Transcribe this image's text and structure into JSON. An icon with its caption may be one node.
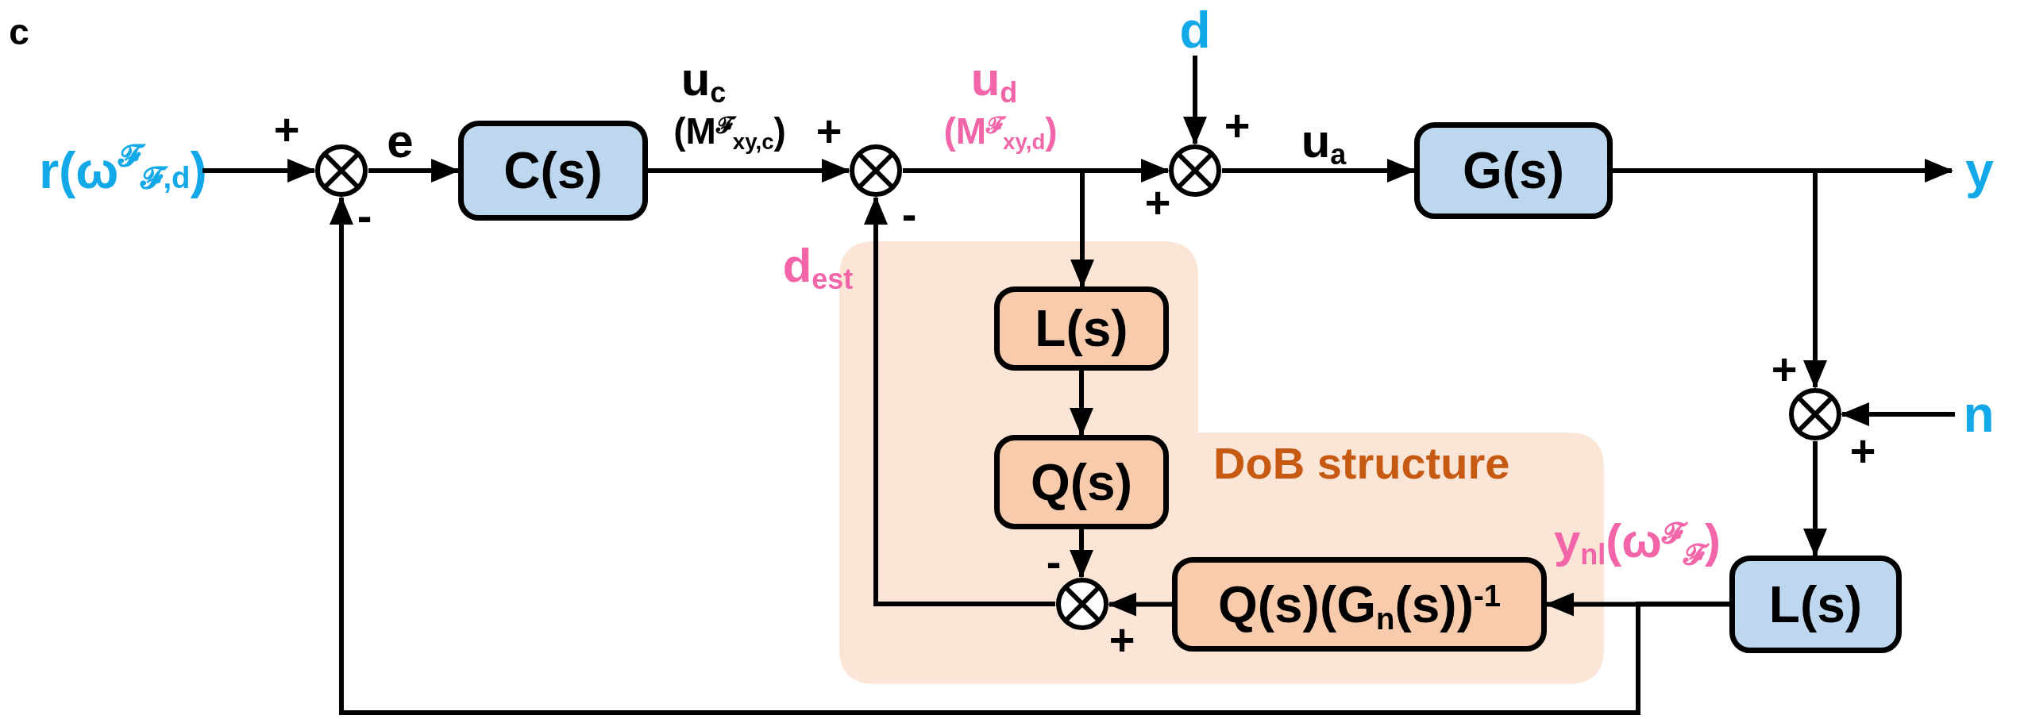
{
  "diagram": {
    "nodes": [
      {
        "text": [
          "r(ω$^{𝓕}$$_{𝓕,d}$)"
        ]
      },
      {
        "text": [],
        "shape": "circle"
      },
      {
        "text": [
          "C(s)"
        ]
      },
      {
        "text": [],
        "shape": "circle"
      },
      {
        "text": [
          "d"
        ]
      },
      {
        "text": [],
        "shape": "circle"
      },
      {
        "text": [
          "G(s)"
        ]
      },
      {
        "text": [
          "y"
        ]
      },
      {
        "text": [],
        "shape": "circle"
      },
      {
        "text": [
          "n"
        ]
      },
      {
        "text": [
          "L(s)"
        ]
      },
      {
        "text": [
          "DoB structure"
        ]
      },
      {
        "text": [
          "L(s)"
        ],
        "in": 11
      },
      {
        "text": [
          "Q(s)"
        ],
        "in": 11
      },
      {
        "text": [],
        "shape": "circle",
        "in": 11
      },
      {
        "text": [
          "Q(s)(G$_{n}$(s))$^{-1}$"
        ],
        "in": 11
      }
    ],
    "edges": [
      {
        "from": 0,
        "to": 1,
        "arrow": "to"
      },
      {
        "from": 1,
        "to": 2,
        "arrow": "to",
        "label": "e"
      },
      {
        "from": 2,
        "to": 3,
        "arrow": "to",
        "label": "u$_{c}$"
      },
      {
        "from": 3,
        "to": 5,
        "arrow": "to",
        "label": "u$_{d}$"
      },
      {
        "from": 4,
        "to": 5,
        "arrow": "to"
      },
      {
        "from": 5,
        "to": 6,
        "arrow": "to",
        "label": "u$_{a}$"
      },
      {
        "from": 6,
        "to": 7,
        "arrow": "to"
      },
      {
        "from": 6,
        "to": 8,
        "arrow": "to"
      },
      {
        "from": 9,
        "to": 8,
        "arrow": "to"
      },
      {
        "from": 8,
        "to": 10,
        "arrow": "to"
      },
      {
        "from": 10,
        "to": 15,
        "arrow": "to",
        "label": "y$_{nl}$(ω$^{𝓕}$$_{𝓕}$)"
      },
      {
        "from": 10,
        "to": 1,
        "arrow": "to"
      },
      {
        "from": 3,
        "to": 12,
        "arrow": "to"
      },
      {
        "from": 12,
        "to": 13,
        "arrow": "to"
      },
      {
        "from": 13,
        "to": 14,
        "arrow": "to"
      },
      {
        "from": 15,
        "to": 14,
        "arrow": "to"
      },
      {
        "from": 14,
        "to": 3,
        "arrow": "to",
        "label": "d$_{est}$"
      }
    ],
    "labels": [
      "c",
      "+",
      "-",
      "(M$^{𝓕}$$_{xy,c}$)",
      "+",
      "-",
      "(M$^{𝓕}$$_{xy,d}$)",
      "+",
      "+",
      "+",
      "+",
      "-",
      "+"
    ]
  }
}
